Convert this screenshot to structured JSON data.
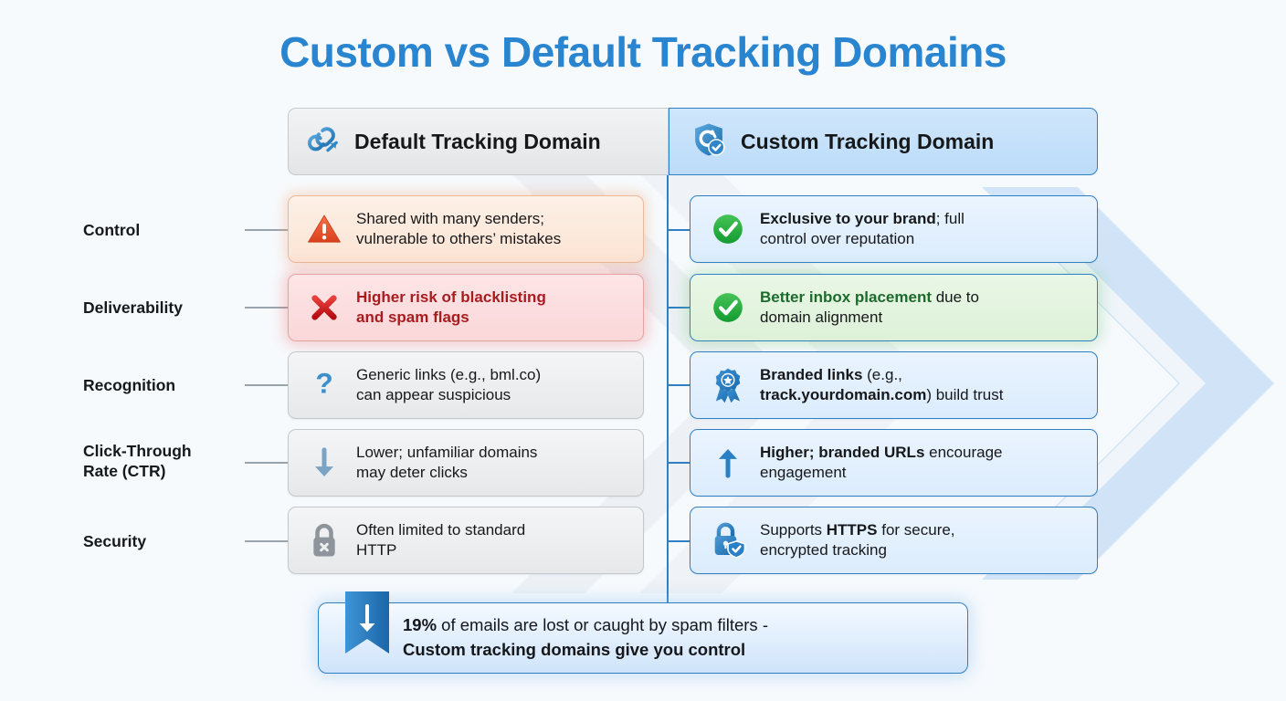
{
  "page": {
    "title": "Custom vs Default Tracking Domains",
    "accent_blue": "#2a85d0",
    "background": "#f7fafd"
  },
  "header": {
    "left": {
      "label": "Default Tracking Domain",
      "icon": "broken-link-arrow-icon"
    },
    "right": {
      "label": "Custom Tracking Domain",
      "icon": "shield-check-icon"
    }
  },
  "rows": [
    {
      "label": "Control",
      "left": {
        "icon": "warning-triangle-icon",
        "tone": "warn",
        "line1_plain": "Shared with many senders;",
        "line2_plain": "vulnerable to others’ mistakes"
      },
      "right": {
        "icon": "green-check-circle-icon",
        "tone": "plain",
        "line1_bold": "Exclusive to your brand",
        "line1_plain": "; full",
        "line2_plain": "control over reputation"
      }
    },
    {
      "label": "Deliverability",
      "left": {
        "icon": "red-x-icon",
        "tone": "bad",
        "line1_red": "Higher risk of blacklisting",
        "line2_red": "and spam flags"
      },
      "right": {
        "icon": "green-check-circle-icon",
        "tone": "good",
        "line1_green": "Better inbox placement",
        "line1_plain": " due to",
        "line2_plain": "domain alignment"
      }
    },
    {
      "label": "Recognition",
      "left": {
        "icon": "question-mark-icon",
        "tone": "plain",
        "line1_plain": "Generic links (e.g., bml.co)",
        "line2_plain": "can appear suspicious"
      },
      "right": {
        "icon": "award-ribbon-star-icon",
        "tone": "plain",
        "line1_bold": "Branded links",
        "line1_plain": " (e.g.,",
        "line2_bold": "track.yourdomain.com",
        "line2_plain": ") build trust"
      }
    },
    {
      "label": "Click-Through\nRate (CTR)",
      "left": {
        "icon": "arrow-down-icon",
        "tone": "plain",
        "line1_plain": "Lower; unfamiliar domains",
        "line2_plain": "may deter clicks"
      },
      "right": {
        "icon": "arrow-up-icon",
        "tone": "plain",
        "line1_bold": "Higher; branded URLs",
        "line1_plain": " encourage",
        "line2_plain": "engagement"
      }
    },
    {
      "label": "Security",
      "left": {
        "icon": "lock-x-icon",
        "tone": "plain",
        "line1_plain": "Often limited to standard",
        "line2_plain": "HTTP"
      },
      "right": {
        "icon": "lock-check-icon",
        "tone": "plain",
        "line1_plain": "Supports ",
        "line1_bold": "HTTPS",
        "line1_plain2": " for secure,",
        "line2_plain": "encrypted tracking"
      }
    }
  ],
  "callout": {
    "icon": "ribbon-down-arrow-icon",
    "stat": "19%",
    "line1_rest": " of emails are lost or caught by spam filters -",
    "line2": "Custom tracking domains give you control"
  }
}
